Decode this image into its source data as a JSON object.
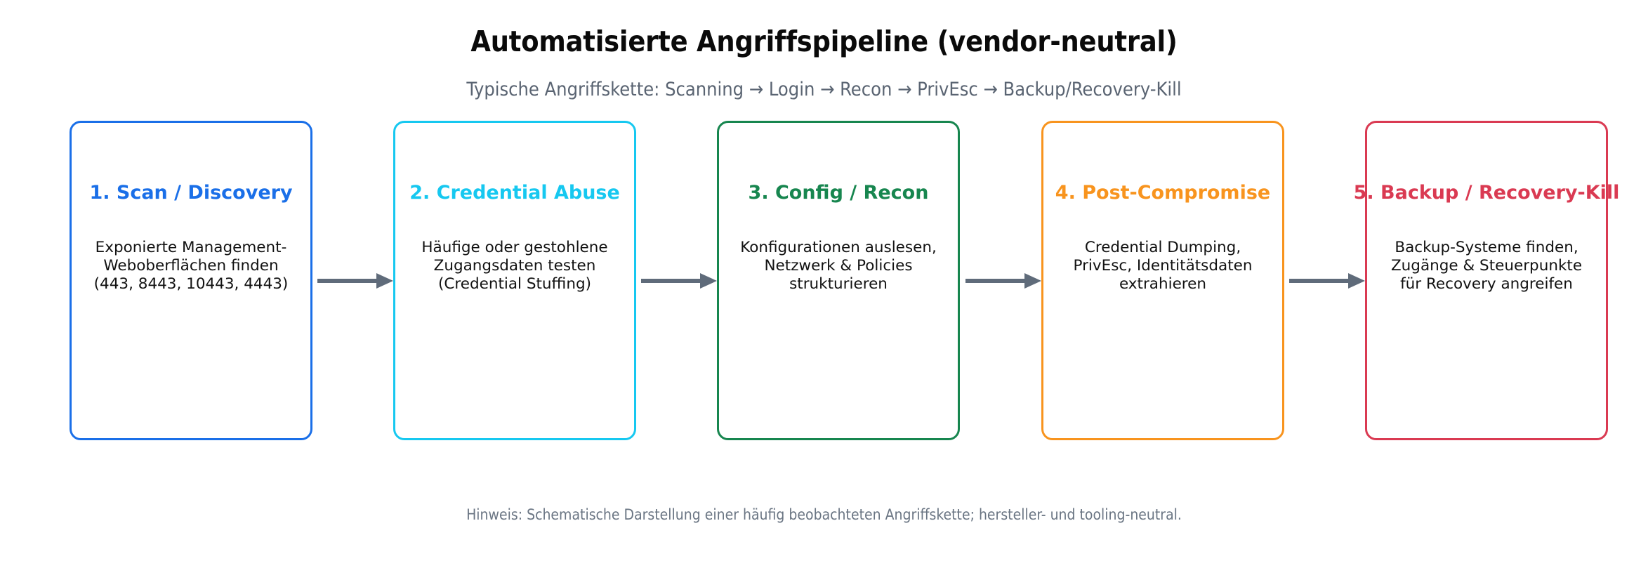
{
  "header": {
    "title": "Automatisierte Angriffspipeline (vendor-neutral)",
    "subtitle": "Typische Angriffskette: Scanning → Login → Recon → PrivEsc → Backup/Recovery-Kill"
  },
  "footer": {
    "note": "Hinweis: Schematische Darstellung einer häufig beobachteten Angriffskette; hersteller- und tooling-neutral."
  },
  "colors": {
    "stage_1": "#1a6fe8",
    "stage_2": "#16c8f0",
    "stage_3": "#17864f",
    "stage_4": "#f8941e",
    "stage_5": "#da3a52",
    "arrow": "#5f6b7a",
    "title_text": "#0a0a0a",
    "subtitle_text": "#5a6472",
    "body_text": "#121212",
    "note_text": "#6a7583"
  },
  "stages": [
    {
      "title": "1. Scan / Discovery",
      "description": "Exponierte Management-\nWeboberflächen finden\n(443, 8443, 10443, 4443)"
    },
    {
      "title": "2. Credential Abuse",
      "description": "Häufige oder gestohlene\nZugangsdaten testen\n(Credential Stuffing)"
    },
    {
      "title": "3. Config / Recon",
      "description": "Konfigurationen auslesen,\nNetzwerk & Policies\nstrukturieren"
    },
    {
      "title": "4. Post-Compromise",
      "description": "Credential Dumping,\nPrivEsc, Identitätsdaten\nextrahieren"
    },
    {
      "title": "5. Backup / Recovery-Kill",
      "description": "Backup-Systeme finden,\nZugänge & Steuerpunkte\nfür Recovery angreifen"
    }
  ],
  "connectors": [
    {
      "icon": "arrow-right-icon",
      "from": "1. Scan / Discovery",
      "to": "2. Credential Abuse"
    },
    {
      "icon": "arrow-right-icon",
      "from": "2. Credential Abuse",
      "to": "3. Config / Recon"
    },
    {
      "icon": "arrow-right-icon",
      "from": "3. Config / Recon",
      "to": "4. Post-Compromise"
    },
    {
      "icon": "arrow-right-icon",
      "from": "4. Post-Compromise",
      "to": "5. Backup / Recovery-Kill"
    }
  ]
}
